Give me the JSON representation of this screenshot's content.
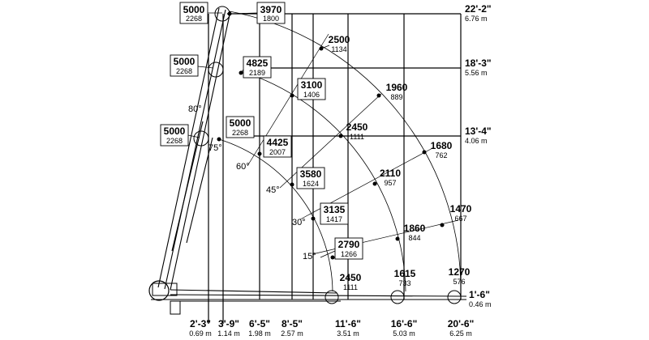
{
  "diagram": {
    "heights": [
      {
        "ft": "22'-2\"",
        "m": "6.76 m"
      },
      {
        "ft": "18'-3\"",
        "m": "5.56 m"
      },
      {
        "ft": "13'-4\"",
        "m": "4.06 m"
      },
      {
        "ft": "1'-6\"",
        "m": "0.46 m"
      }
    ],
    "radii": [
      {
        "ft": "2'-3\"",
        "m": "0.69 m"
      },
      {
        "ft": "3'-9\"",
        "m": "1.14 m"
      },
      {
        "ft": "6'-5\"",
        "m": "1.98 m"
      },
      {
        "ft": "8'-5\"",
        "m": "2.57 m"
      },
      {
        "ft": "11'-6\"",
        "m": "3.51 m"
      },
      {
        "ft": "16'-6\"",
        "m": "5.03 m"
      },
      {
        "ft": "20'-6\"",
        "m": "6.25 m"
      }
    ],
    "angles": [
      "80°",
      "75°",
      "60°",
      "45°",
      "30°",
      "15°"
    ],
    "loads": [
      {
        "lb": "5000",
        "kg": "2268",
        "boxed": true
      },
      {
        "lb": "5000",
        "kg": "2268",
        "boxed": true
      },
      {
        "lb": "5000",
        "kg": "2268",
        "boxed": true
      },
      {
        "lb": "3970",
        "kg": "1800",
        "boxed": true
      },
      {
        "lb": "4825",
        "kg": "2189",
        "boxed": true
      },
      {
        "lb": "5000",
        "kg": "2268",
        "boxed": true
      },
      {
        "lb": "4425",
        "kg": "2007",
        "boxed": true
      },
      {
        "lb": "3100",
        "kg": "1406",
        "boxed": true
      },
      {
        "lb": "3580",
        "kg": "1624",
        "boxed": true
      },
      {
        "lb": "3135",
        "kg": "1417",
        "boxed": true
      },
      {
        "lb": "2790",
        "kg": "1266",
        "boxed": true
      },
      {
        "lb": "2500",
        "kg": "1134",
        "boxed": false
      },
      {
        "lb": "1960",
        "kg": "889",
        "boxed": false
      },
      {
        "lb": "2450",
        "kg": "1111",
        "boxed": false
      },
      {
        "lb": "2110",
        "kg": "957",
        "boxed": false
      },
      {
        "lb": "1680",
        "kg": "762",
        "boxed": false
      },
      {
        "lb": "1860",
        "kg": "844",
        "boxed": false
      },
      {
        "lb": "1470",
        "kg": "667",
        "boxed": false
      },
      {
        "lb": "2450",
        "kg": "1111",
        "boxed": false
      },
      {
        "lb": "1615",
        "kg": "733",
        "boxed": false
      },
      {
        "lb": "1270",
        "kg": "576",
        "boxed": false
      }
    ]
  }
}
